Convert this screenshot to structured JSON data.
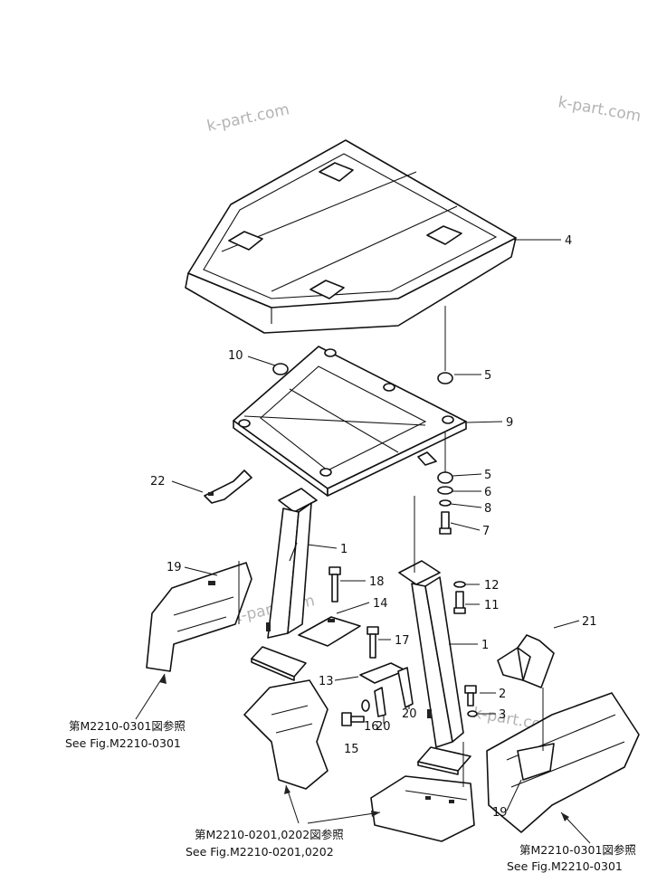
{
  "watermarks": [
    "k-part.com",
    "k-part.com",
    "k-part.com",
    "k-part.com"
  ],
  "callouts": [
    "4",
    "10",
    "5",
    "9",
    "5",
    "6",
    "8",
    "7",
    "22",
    "1",
    "18",
    "12",
    "11",
    "14",
    "19",
    "17",
    "1",
    "21",
    "13",
    "2",
    "3",
    "20",
    "20",
    "16",
    "15",
    "19"
  ],
  "references": [
    {
      "jp": "第M2210-0301図参照",
      "en": "See Fig.M2210-0301"
    },
    {
      "jp": "第M2210-0201,0202図参照",
      "en": "See Fig.M2210-0201,0202"
    },
    {
      "jp": "第M2210-0301図参照",
      "en": "See Fig.M2210-0301"
    }
  ]
}
